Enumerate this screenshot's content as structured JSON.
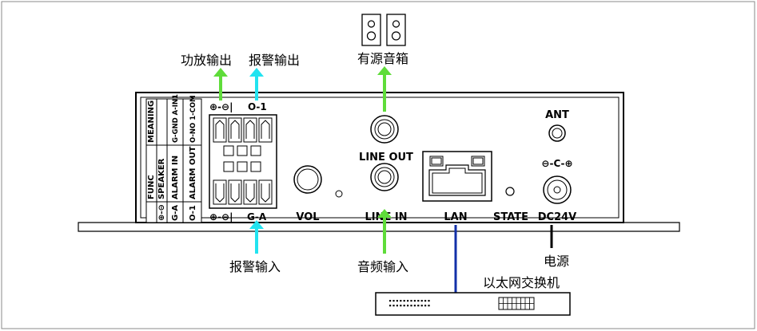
{
  "callouts": {
    "amp_output": "功放输出",
    "alarm_output": "报警输出",
    "active_speaker": "有源音箱",
    "alarm_input": "报警输入",
    "audio_input": "音频输入",
    "power_supply": "电源",
    "ethernet_switch": "以太网交换机"
  },
  "panel": {
    "top_terminal_label_left": "⊕-⊖|",
    "top_terminal_label_right": "O-1",
    "bottom_terminal_label_left": "⊕-⊖|",
    "bottom_terminal_label_right": "G-A",
    "vol": "VOL",
    "line_out": "LINE OUT",
    "line_in": "LINE IN",
    "lan": "LAN",
    "state": "STATE",
    "ant": "ANT",
    "dc_polarity": "⊖-C-⊕",
    "dc": "DC24V"
  },
  "func_table": {
    "header_func": "FUNC",
    "header_meaning": "MEANING",
    "rows": [
      {
        "func": "⊕-⊖",
        "name": "SPEAKER",
        "meaning": ""
      },
      {
        "func": "G-A",
        "name": "ALARM IN",
        "meaning": "G-GND A-IN1"
      },
      {
        "func": "O-1",
        "name": "ALARM OUT",
        "meaning": "O-NO 1-COM"
      }
    ]
  },
  "colors": {
    "green_arrow": "#5fdc3a",
    "cyan_arrow": "#22e3f0",
    "lan_cable": "#1230a8",
    "power_cable": "#000000"
  }
}
